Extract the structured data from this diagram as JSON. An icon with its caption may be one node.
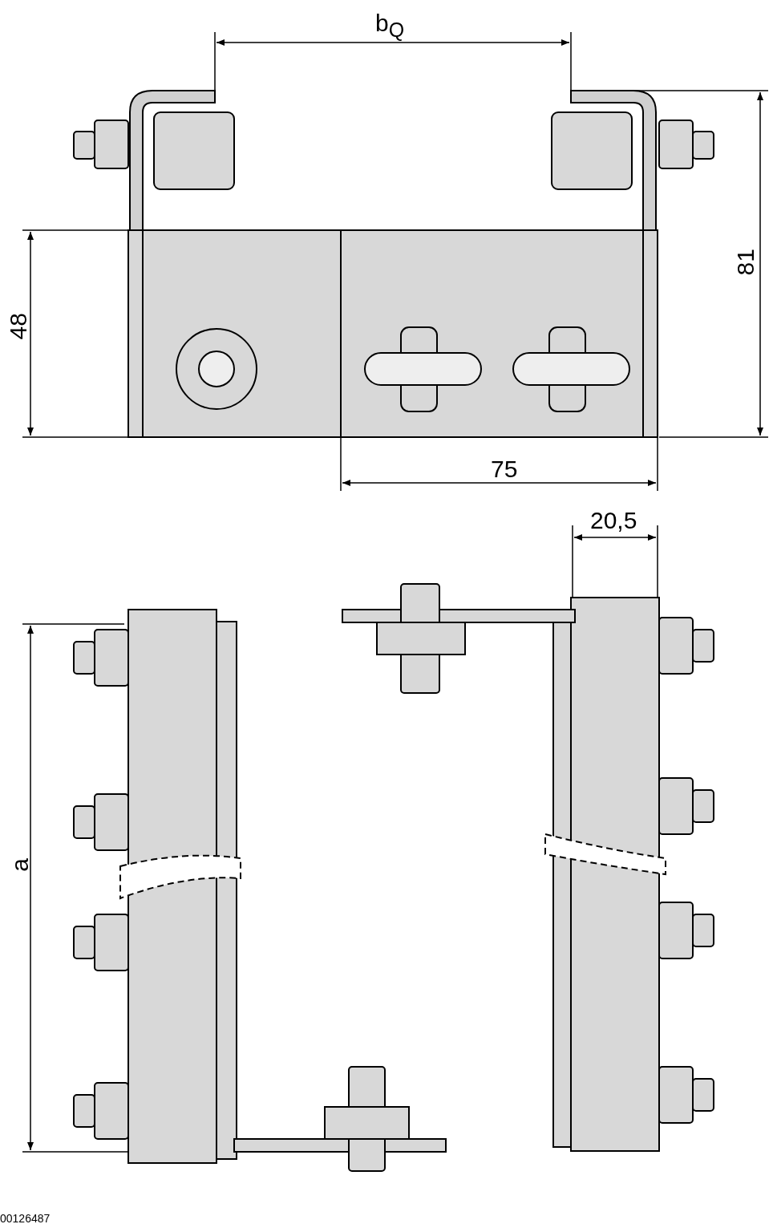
{
  "diagram": {
    "labels": [
      "b$_{Q}$",
      "81",
      "48",
      "75",
      "20,5",
      "a",
      "00126487"
    ]
  }
}
